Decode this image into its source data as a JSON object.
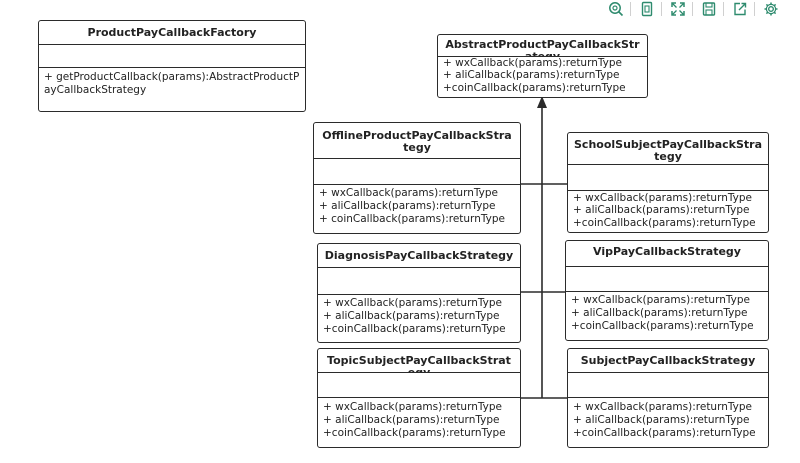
{
  "toolbar": {
    "icons": [
      "search-zoom-icon",
      "fit-page-icon",
      "fullscreen-icon",
      "save-icon",
      "export-icon",
      "settings-icon"
    ]
  },
  "classes": {
    "factory": {
      "name": "ProductPayCallbackFactory",
      "methods": [
        "+ getProductCallback(params):AbstractProductPayCallbackStrategy"
      ]
    },
    "abstract": {
      "name": "AbstractProductPayCallbackStrategy",
      "methods": [
        "+ wxCallback(params):returnType",
        "+ aliCallback(params):returnType",
        "+coinCallback(params):returnType"
      ]
    },
    "offline": {
      "name": "OfflineProductPayCallbackStrategy",
      "methods": [
        "+ wxCallback(params):returnType",
        "+ aliCallback(params):returnType",
        "+ coinCallback(params):returnType"
      ]
    },
    "school": {
      "name": "SchoolSubjectPayCallbackStrategy",
      "methods": [
        "+ wxCallback(params):returnType",
        "+ aliCallback(params):returnType",
        "+coinCallback(params):returnType"
      ]
    },
    "diagnosis": {
      "name": "DiagnosisPayCallbackStrategy",
      "methods": [
        "+ wxCallback(params):returnType",
        "+ aliCallback(params):returnType",
        "+coinCallback(params):returnType"
      ]
    },
    "vip": {
      "name": "VipPayCallbackStrategy",
      "methods": [
        "+ wxCallback(params):returnType",
        "+ aliCallback(params):returnType",
        "+coinCallback(params):returnType"
      ]
    },
    "topic": {
      "name": "TopicSubjectPayCallbackStrategy",
      "methods": [
        "+ wxCallback(params):returnType",
        "+ aliCallback(params):returnType",
        "+coinCallback(params):returnType"
      ]
    },
    "subject": {
      "name": "SubjectPayCallbackStrategy",
      "methods": [
        "+ wxCallback(params):returnType",
        "+ aliCallback(params):returnType",
        "+coinCallback(params):returnType"
      ]
    }
  },
  "colors": {
    "line": "#2b2b2b",
    "toolbar_icon": "#2e8b6e"
  }
}
